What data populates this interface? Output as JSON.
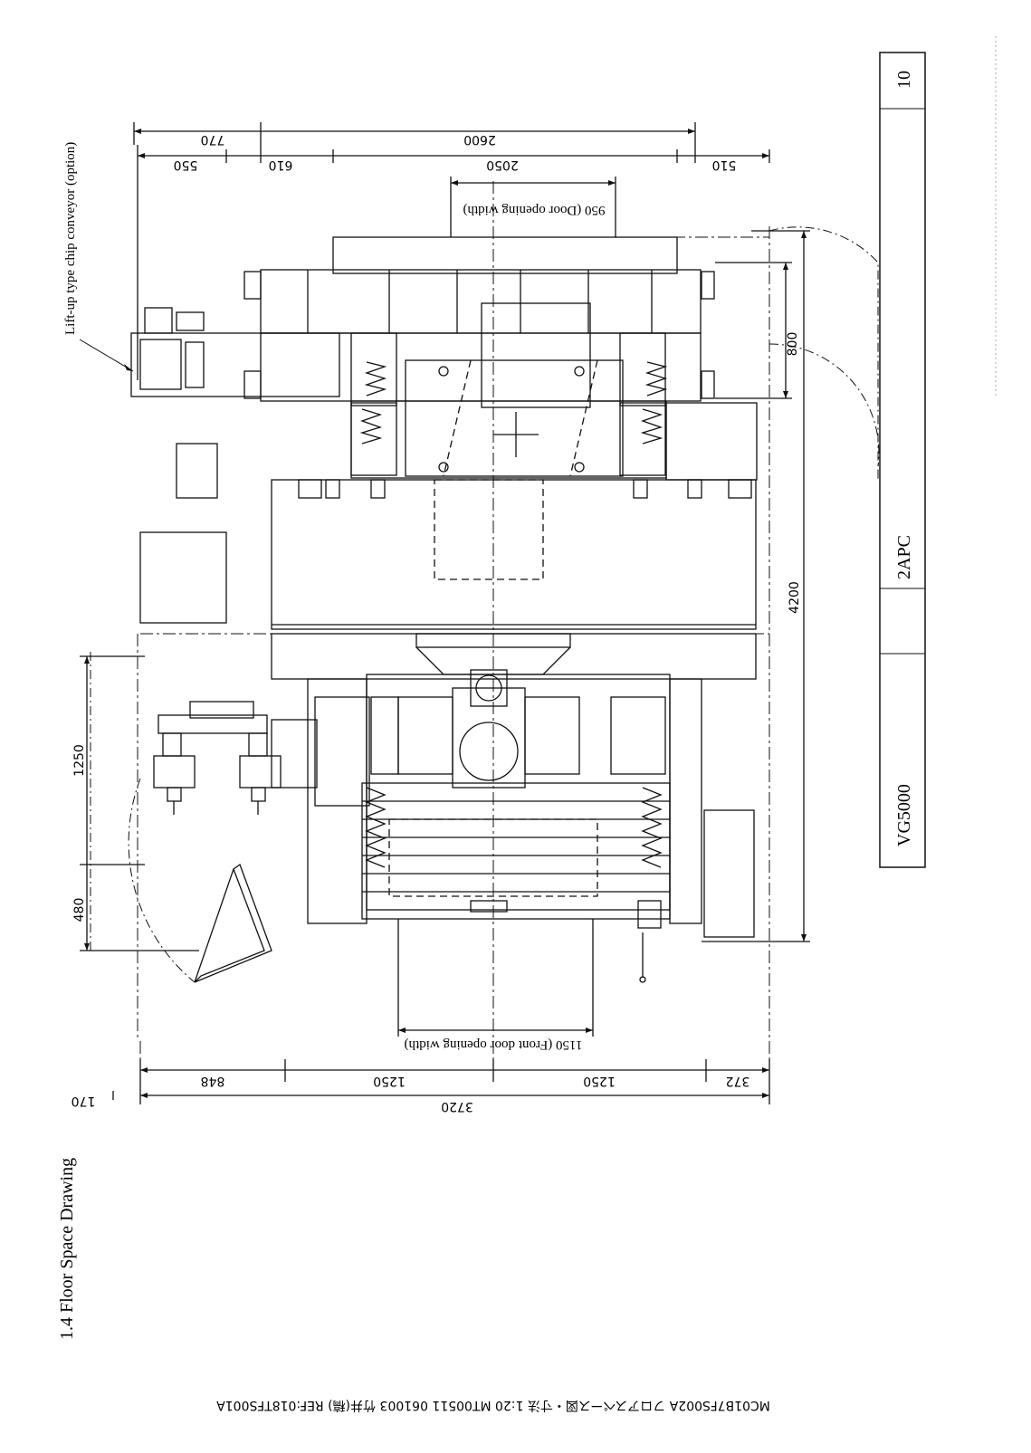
{
  "section_title": "1.4 Floor Space Drawing",
  "chip_conveyor_label": "Lift-up type chip conveyor (option)",
  "title_block": {
    "sheet_number": "10",
    "configuration": "2APC",
    "model": "VG5000"
  },
  "footer_code": "MC01B7FS002A フロアスペース図・寸法 1:20 MT00511 061003 竹井(稿) REF:018TFS001A",
  "dimensions": {
    "top_770": "770",
    "top_2600": "2600",
    "top_550": "550",
    "top_610": "610",
    "top_2050": "2050",
    "top_510": "510",
    "door_opening": "950 (Door opening width)",
    "right_800": "800",
    "right_4200": "4200",
    "left_1250": "1250",
    "left_480": "480",
    "front_door_opening": "1150 (Front door opening width)",
    "bottom_848": "848",
    "bottom_1250_a": "1250",
    "bottom_1250_b": "1250",
    "bottom_372": "372",
    "bottom_170": "170",
    "bottom_3720": "3720"
  }
}
